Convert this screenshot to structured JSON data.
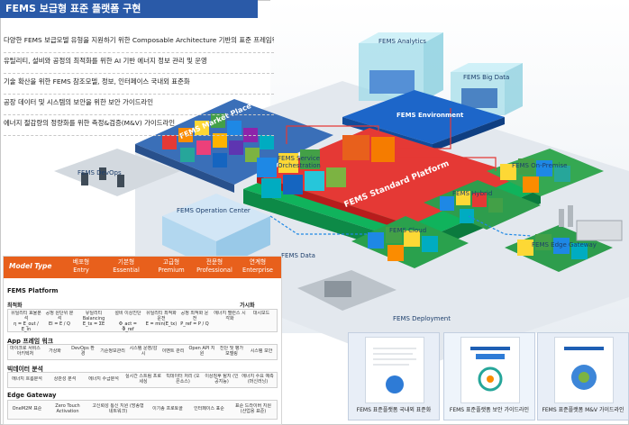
{
  "title": "FEMS 보급형 표준 플랫폼 구현",
  "bullets": [
    "다양한 FEMS 보급모델 유형을 지원하기 위한 Composable Architecture 기반의 표준 프레임워크",
    "유틸리티, 설비와 공정의 최적화를 위한 AI 기반 에너지 정보 관리 및 운영",
    "기술 확산을 위한 FEMS 참조모델, 정보, 인터페이스 국내외 표준화",
    "공장 데이터 및 시스템의 보안을 위한 보안 가이드라인",
    "에너지 절감량의 정량화를 위한 측정&검증(M&V) 가이드라인"
  ],
  "scene_labels": {
    "analytics": "FEMS Analytics",
    "bigdata": "FEMS Big Data",
    "environment": "FEMS Environment",
    "marketplace": "FEMS Market Place",
    "devops": "FEMS DevOps",
    "orchestration": "FEMS Service Orchestration",
    "standard": "FEMS Standard Platform",
    "onpremise": "FEMS On-Premise",
    "operation": "FEMS Operation Center",
    "hybrid": "FEMS Hybrid",
    "cloud": "FEMS Cloud",
    "edge_gateway": "FEMS Edge Gateway",
    "data": "FEMS Data",
    "deployment": "FEMS Deployment"
  },
  "model_table": {
    "title": "Model Type",
    "columns": [
      {
        "ko": "베포형",
        "en": "Entry"
      },
      {
        "ko": "기본형",
        "en": "Essential"
      },
      {
        "ko": "고급형",
        "en": "Premium"
      },
      {
        "ko": "전문형",
        "en": "Professional"
      },
      {
        "ko": "연계형",
        "en": "Enterprise"
      }
    ],
    "platform_label": "FEMS Platform",
    "opt_label": "최적화",
    "vis_label": "가시화",
    "opt_cells": [
      "유틸리티 효율분석",
      "공정 원단위 분석",
      "유틸리티 Balancing",
      "설비 이상진단",
      "유틸리티 최적화 운전",
      "공정 최적화 운전",
      "에너지 밸런스 시각화",
      "대시보드"
    ],
    "formulas": [
      "η = E_out / E_in",
      "EI = E / Q",
      "E_tx = ΣE",
      "Φ_act = Φ_ref",
      "E = min(E_tx)",
      "P_ref = P / Q"
    ],
    "app_label": "App 프레임 워크",
    "app_cells": [
      "마이크로 서비스 아키텍처",
      "가상화",
      "DevOps 환경",
      "기준정보관리",
      "시스템 운영/감시",
      "이벤트 관리",
      "Open API 지원",
      "진단 및 평가 모델링",
      "시스템 보안"
    ],
    "bigdata_label": "빅데이터 분석",
    "bigdata_cells": [
      "에너지 흐름분석",
      "상관성 분석",
      "에너지 수급분석",
      "실시간 스트림 프로세싱",
      "빅데이터 처리 (오픈소스)",
      "이상징후 탐지 (인공지능)",
      "에너지 수요 예측 (머신러닝)"
    ],
    "edge_label": "Edge Gateway",
    "edge_cells": [
      "OneM2M 표준",
      "Zero Touch Activation",
      "고신뢰성 통신 지원 (방송형 네트워크)",
      "이기종 프로토콜",
      "인터페이스 표준",
      "표준 드라이버 지원 (산업용 표준)"
    ]
  },
  "cards": [
    {
      "caption": "FEMS 표준플랫폼 국내외 표준화"
    },
    {
      "caption": "FEMS 표준플랫폼 보안 가이드라인"
    },
    {
      "caption": "FEMS 표준플랫폼 M&V 가이드라인"
    }
  ]
}
